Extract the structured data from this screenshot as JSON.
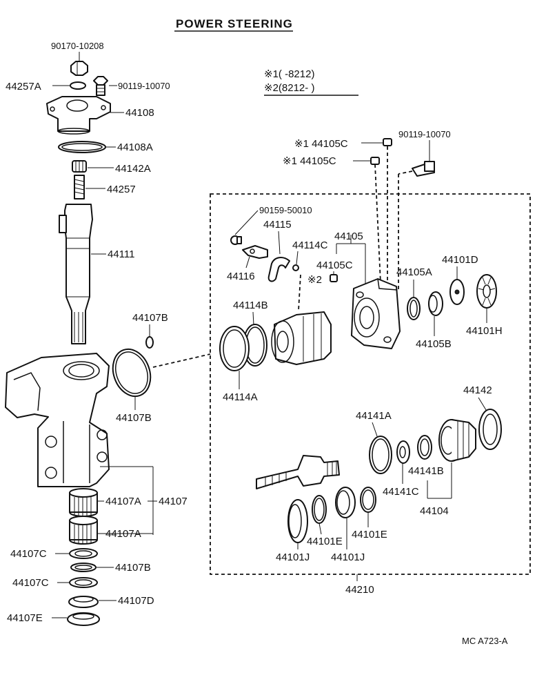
{
  "title": "POWER STEERING",
  "legend": {
    "line1": "※1(      -8212)",
    "line2": "※2(8212-      )"
  },
  "labels": {
    "p90170_10208": "90170-10208",
    "p44257A": "44257A",
    "p90119_10070_left": "90119-10070",
    "p44108": "44108",
    "p44108A": "44108A",
    "p44142A": "44142A",
    "p44257": "44257",
    "p44111": "44111",
    "p44107B_top": "44107B",
    "p44107B_ring": "44107B",
    "p44107A_1": "44107A",
    "p44107": "44107",
    "p44107A_2": "44107A",
    "p44107C_1": "44107C",
    "p44107B_low": "44107B",
    "p44107C_2": "44107C",
    "p44107D": "44107D",
    "p44107E": "44107E",
    "p44105C_1": "※1 44105C",
    "p44105C_2": "※1 44105C",
    "p90119_10070_right": "90119-10070",
    "p90159_50010": "90159-50010",
    "p44115": "44115",
    "p44105": "44105",
    "p44114C": "44114C",
    "p44105C_3": "44105C",
    "p44116": "44116",
    "p2": "※2",
    "p44105A": "44105A",
    "p44101D": "44101D",
    "p44114B": "44114B",
    "p44101H": "44101H",
    "p44105B": "44105B",
    "p44114A": "44114A",
    "p44142": "44142",
    "p44141A": "44141A",
    "p44141B": "44141B",
    "p44141C": "44141C",
    "p44104": "44104",
    "p44101E_1": "44101E",
    "p44101E_2": "44101E",
    "p44101J_1": "44101J",
    "p44101J_2": "44101J",
    "p44210": "44210"
  },
  "footer": "MC  A723-A"
}
